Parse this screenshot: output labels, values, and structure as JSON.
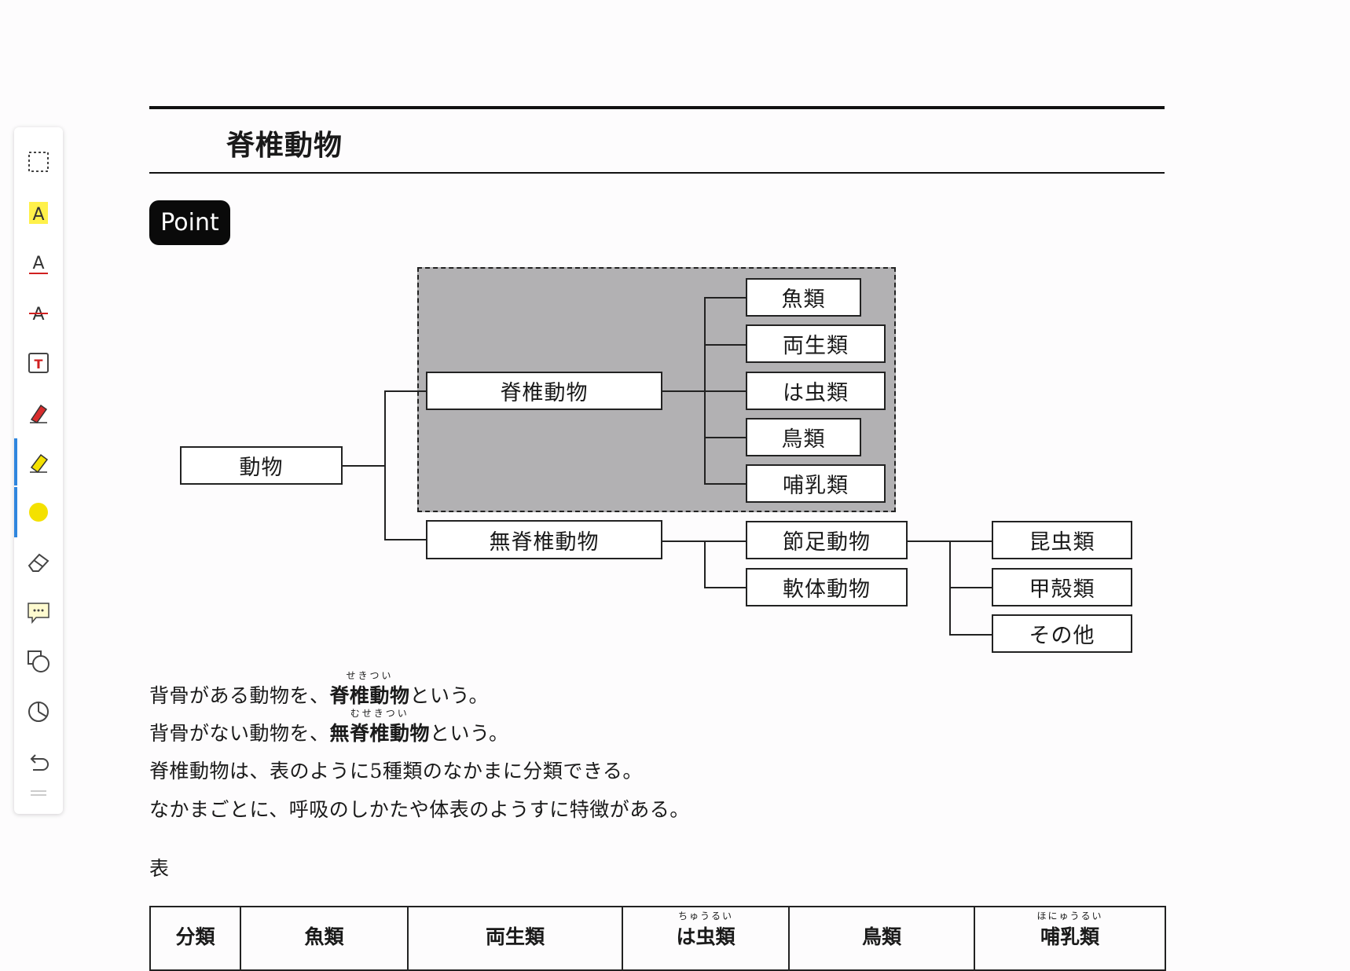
{
  "toolbar": {
    "tools": [
      {
        "name": "select",
        "icon": "dashed-selection-icon"
      },
      {
        "name": "highlight-text",
        "icon": "highlighted-a-icon"
      },
      {
        "name": "underline-text",
        "icon": "underlined-a-icon"
      },
      {
        "name": "strikethrough-text",
        "icon": "strikethrough-a-icon"
      },
      {
        "name": "text-box",
        "icon": "text-box-icon"
      },
      {
        "name": "pen",
        "icon": "red-pen-icon"
      },
      {
        "name": "highlighter",
        "icon": "yellow-highlighter-icon",
        "active": true
      },
      {
        "name": "color",
        "icon": "yellow-color-dot-icon",
        "color": "#f4e100"
      },
      {
        "name": "eraser",
        "icon": "eraser-icon"
      },
      {
        "name": "comment",
        "icon": "comment-bubble-icon"
      },
      {
        "name": "shapes",
        "icon": "shapes-icon"
      },
      {
        "name": "pie",
        "icon": "pie-icon"
      },
      {
        "name": "undo",
        "icon": "undo-icon"
      },
      {
        "name": "handle",
        "icon": "drag-handle-icon"
      }
    ]
  },
  "page": {
    "title": "脊椎動物",
    "point_label": "Point"
  },
  "diagram": {
    "root": "動物",
    "vertebrates": "脊椎動物",
    "vertebrate_classes": [
      "魚類",
      "両生類",
      "は虫類",
      "鳥類",
      "哺乳類"
    ],
    "invertebrates": "無脊椎動物",
    "invertebrate_groups": [
      "節足動物",
      "軟体動物"
    ],
    "arthropod_groups": [
      "昆虫類",
      "甲殻類",
      "その他"
    ],
    "highlight_color": "#b2b1b3"
  },
  "text": {
    "line1": {
      "pre": "背骨がある動物を、",
      "term": "脊椎動物",
      "ruby": "せきつい",
      "post": "という。"
    },
    "line2": {
      "pre": "背骨がない動物を、",
      "term": "無脊椎動物",
      "ruby": "むせきつい",
      "post": "という。"
    },
    "line3": "脊椎動物は、表のように5種類のなかまに分類できる。",
    "line4": "なかまごとに、呼吸のしかたや体表のようすに特徴がある。",
    "table_caption": "表"
  },
  "table": {
    "headers": [
      {
        "label": "分類",
        "ruby": ""
      },
      {
        "label": "魚類",
        "ruby": ""
      },
      {
        "label": "両生類",
        "ruby": ""
      },
      {
        "label": "は虫類",
        "ruby": "ちゅうるい"
      },
      {
        "label": "鳥類",
        "ruby": ""
      },
      {
        "label": "哺乳類",
        "ruby": "ほにゅうるい"
      }
    ]
  }
}
